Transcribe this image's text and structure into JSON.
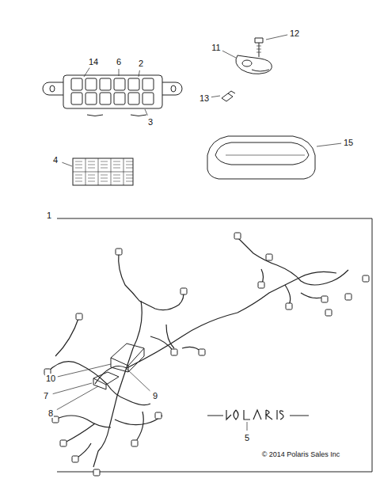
{
  "diagram": {
    "labels": [
      "14",
      "6",
      "2",
      "3",
      "4",
      "11",
      "12",
      "13",
      "15",
      "1",
      "10",
      "9",
      "7",
      "8",
      "5",
      "© 2014 Polaris Sales Inc"
    ]
  }
}
